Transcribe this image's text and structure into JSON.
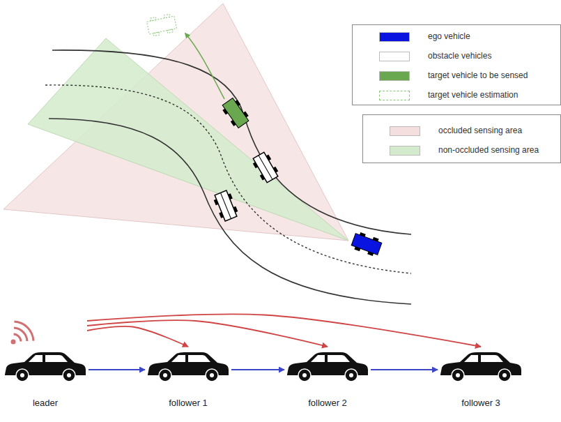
{
  "diagram": {
    "nodes": [
      {
        "text": [
          "leader"
        ]
      },
      {
        "text": [
          "follower 1"
        ]
      },
      {
        "text": [
          "follower 2"
        ]
      },
      {
        "text": [
          "follower 3"
        ]
      }
    ],
    "edges": [
      {
        "from": 0,
        "to": 1,
        "arrow": "to"
      },
      {
        "from": 1,
        "to": 2,
        "arrow": "to"
      },
      {
        "from": 2,
        "to": 3,
        "arrow": "to"
      },
      {
        "from": 0,
        "to": 1,
        "arrow": "to"
      },
      {
        "from": 0,
        "to": 2,
        "arrow": "to"
      },
      {
        "from": 0,
        "to": 3,
        "arrow": "to"
      }
    ],
    "legend": [
      {
        "text": "ego vehicle",
        "color": "#0a14e0"
      },
      {
        "text": "obstacle vehicles",
        "color": "#ffffff"
      },
      {
        "text": "target vehicle to be sensed",
        "color": "#6aa84f"
      },
      {
        "text": "target vehicle estimation"
      },
      {
        "text": "occluded sensing area",
        "color": "#f4dede"
      },
      {
        "text": "non-occluded sensing area",
        "color": "#d3ebcc"
      }
    ]
  }
}
